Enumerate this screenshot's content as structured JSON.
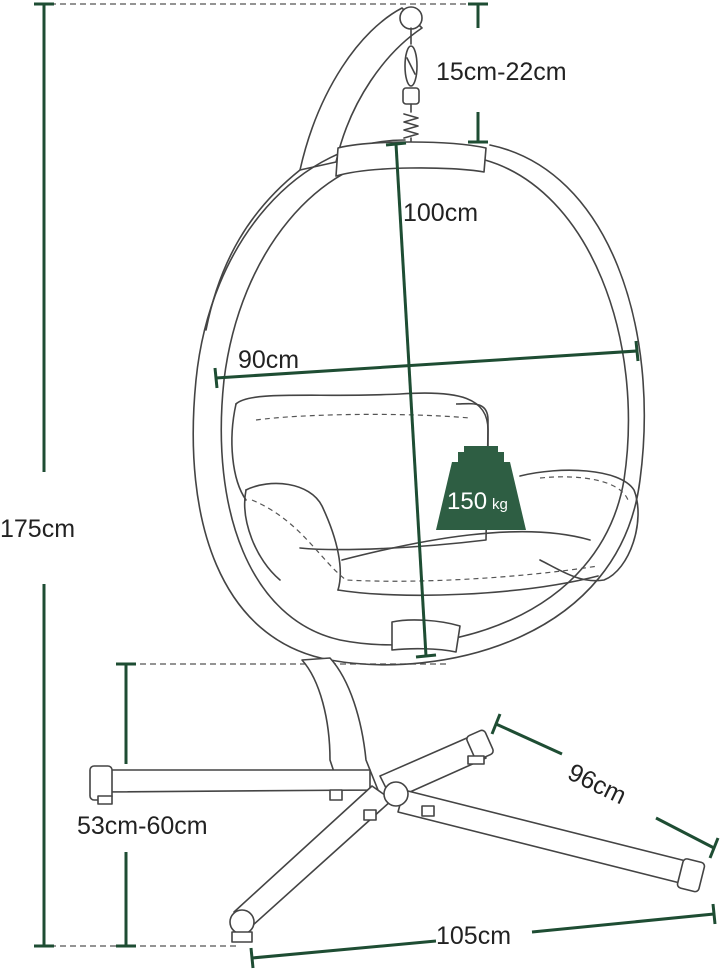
{
  "dimensions": {
    "total_height": "175cm",
    "chain_length": "15cm-22cm",
    "basket_height": "100cm",
    "basket_width": "90cm",
    "seat_height": "53cm-60cm",
    "base_width": "105cm",
    "base_depth": "96cm"
  },
  "load": {
    "value": "150",
    "unit": "kg"
  },
  "colors": {
    "dimension": "#1e4d33",
    "weight_badge": "#2e5e43",
    "outline": "#444444"
  }
}
